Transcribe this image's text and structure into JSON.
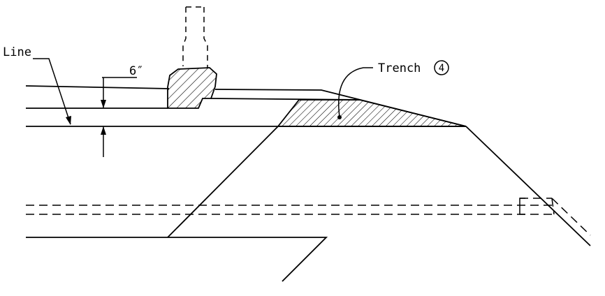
{
  "colors": {
    "line": "#000000",
    "background": "#ffffff"
  },
  "labels": {
    "line": "Line",
    "dimension": "6″",
    "trench": "Trench",
    "trench_callout_number": "4"
  }
}
